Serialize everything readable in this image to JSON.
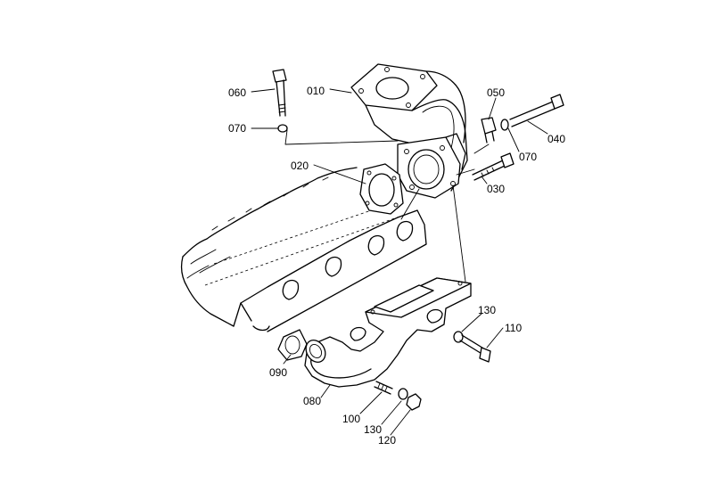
{
  "diagram": {
    "labels": {
      "p010": "010",
      "p020": "020",
      "p030": "030",
      "p040": "040",
      "p050": "050",
      "p060": "060",
      "p070a": "070",
      "p070b": "070",
      "p080": "080",
      "p090": "090",
      "p100": "100",
      "p110": "110",
      "p120": "120",
      "p130a": "130",
      "p130b": "130"
    }
  }
}
